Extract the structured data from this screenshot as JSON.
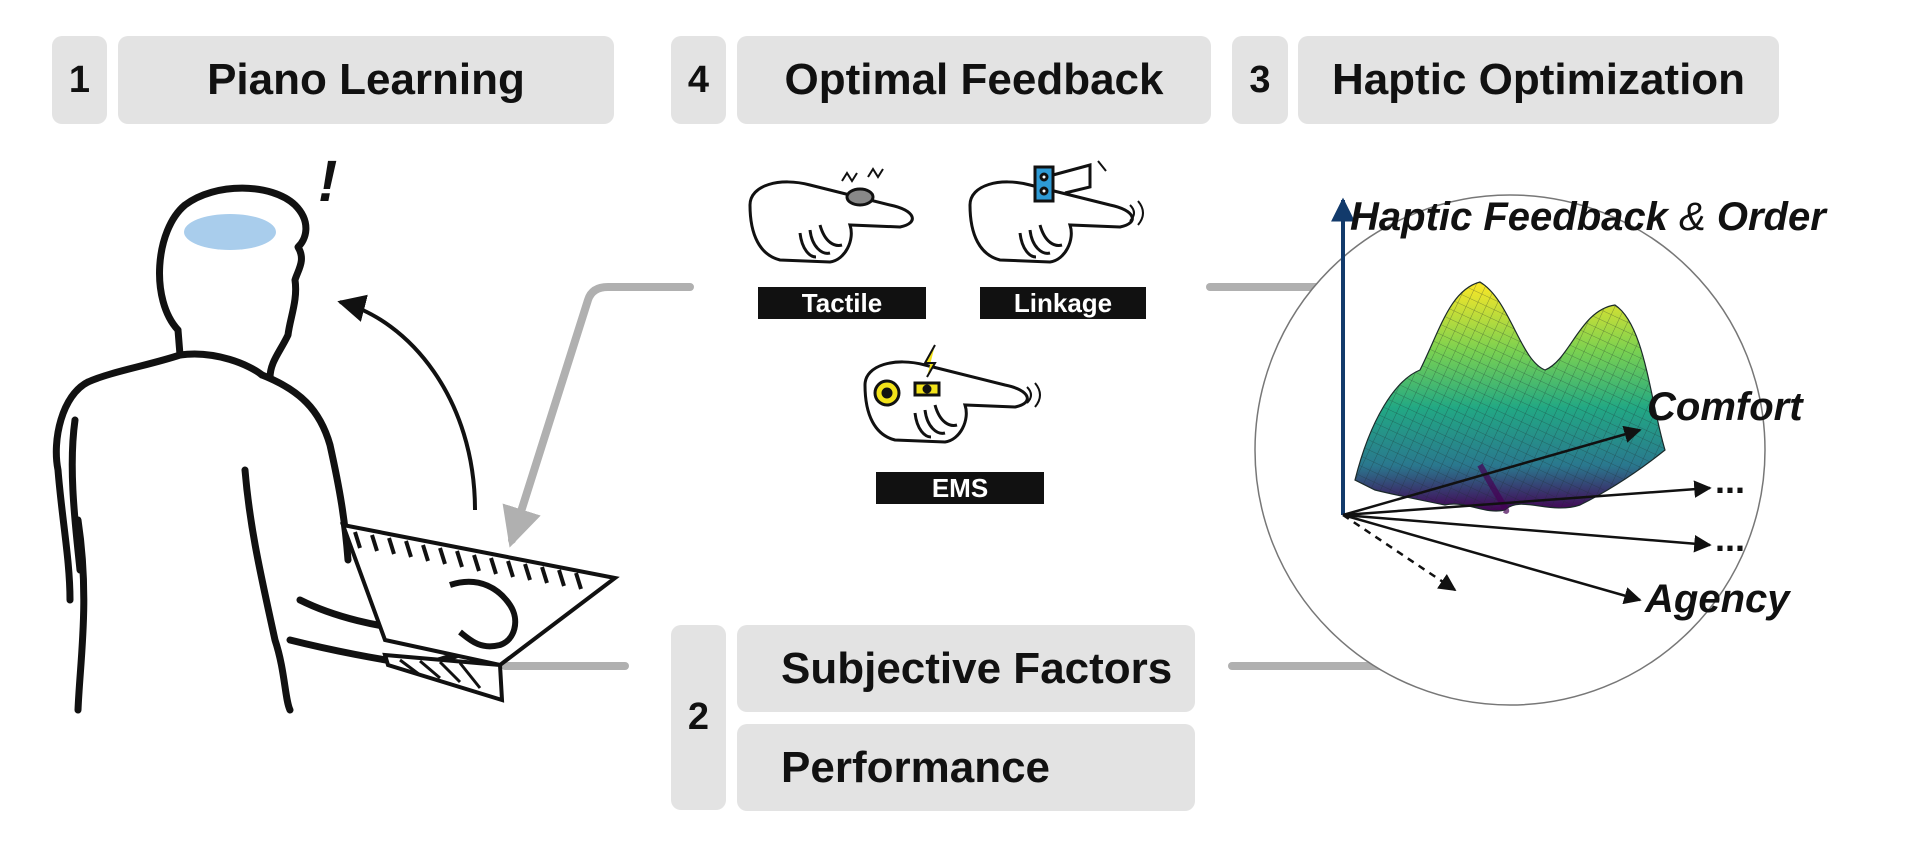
{
  "steps": {
    "piano": {
      "number": "1",
      "title": "Piano Learning"
    },
    "feedback": {
      "number": "4",
      "title": "Optimal Feedback"
    },
    "optimization": {
      "number": "3",
      "title": "Haptic Optimization"
    },
    "measures": {
      "number": "2",
      "items": [
        "Subjective Factors",
        "Performance"
      ]
    }
  },
  "learner": {
    "exclamation": "!"
  },
  "feedback_types": [
    "Tactile",
    "Linkage",
    "EMS"
  ],
  "space": {
    "title_part1": "Haptic Feedback",
    "title_amp": "&",
    "title_part2": "Order",
    "axes": [
      "Comfort",
      "...",
      "...",
      "Agency"
    ]
  },
  "colors": {
    "pill": "#e3e3e3",
    "connector": "#b0b0b0",
    "brain": "#a9cdec",
    "linkage": "#2e9bd6",
    "ems": "#f2e21a",
    "axis": "#123a6b",
    "surface_low": "#440154",
    "surface_mid": "#21908c",
    "surface_high": "#fde725"
  }
}
